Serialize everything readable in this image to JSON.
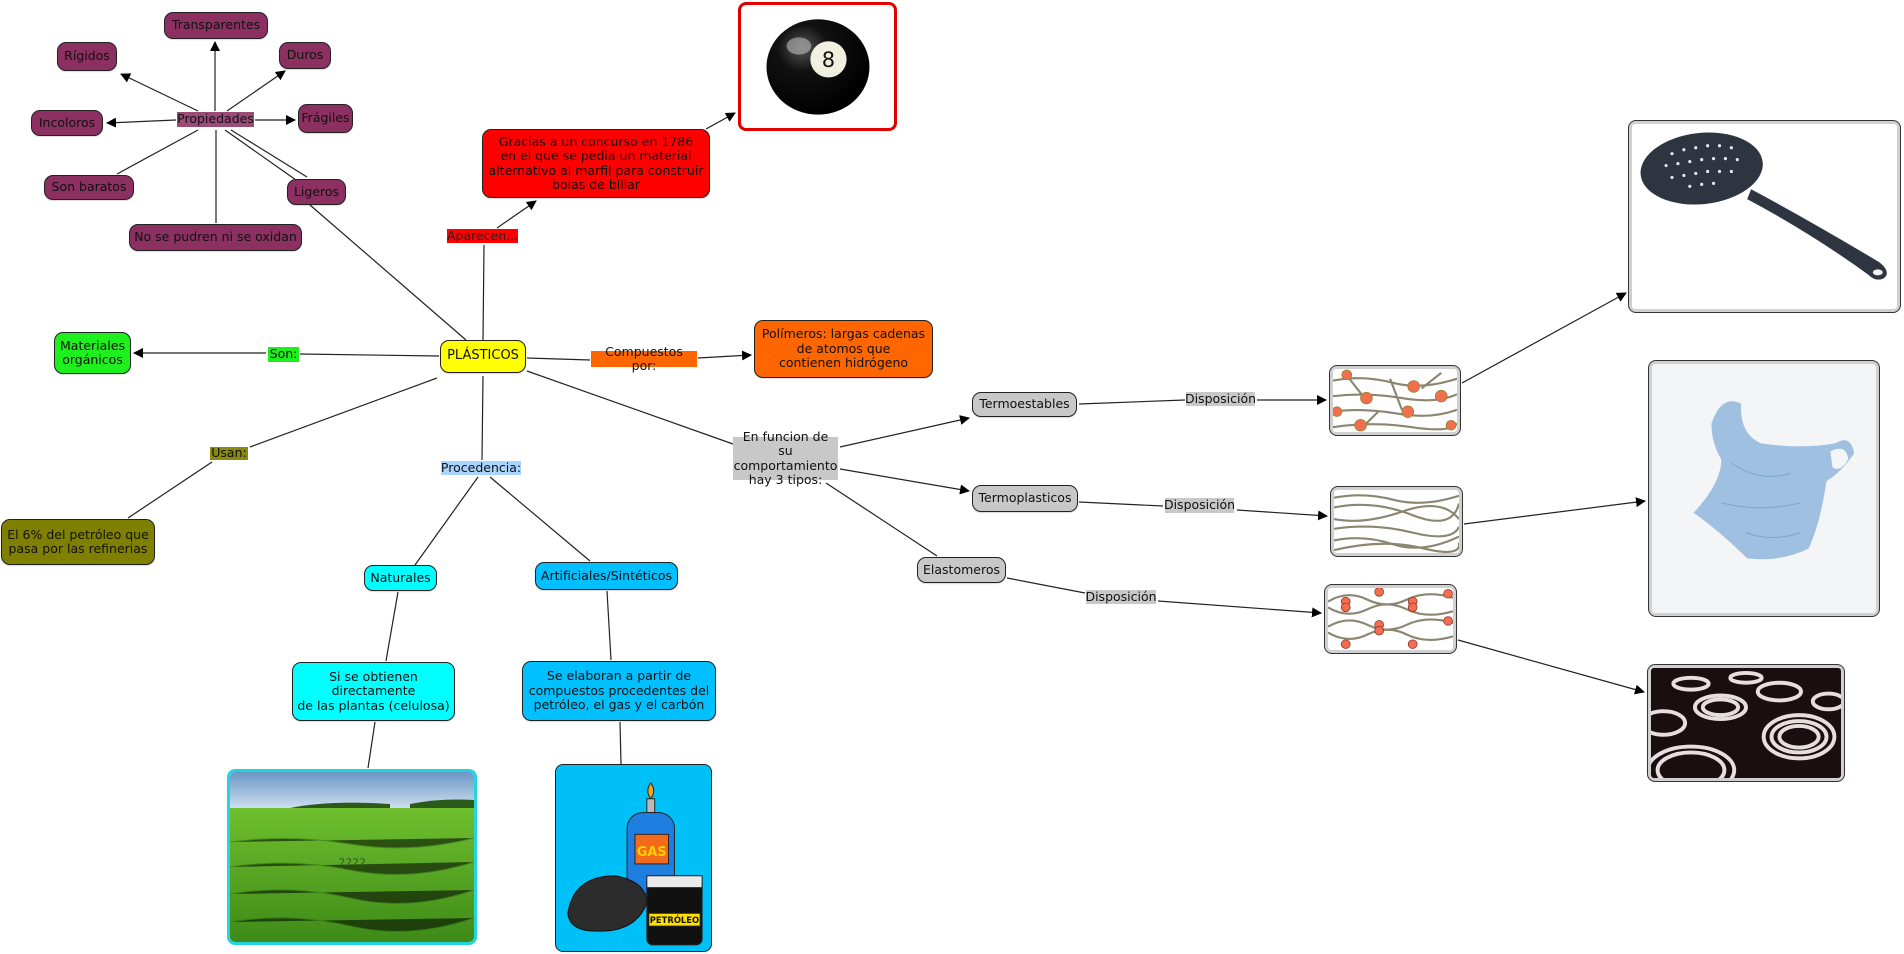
{
  "central": {
    "label": "PLÁSTICOS",
    "color": "#ffff00"
  },
  "propiedades": {
    "label": "Propiedades",
    "color": "#8b3060",
    "items": [
      "Transparentes",
      "Rígidos",
      "Duros",
      "Incoloros",
      "Frágiles",
      "Son baratos",
      "Ligeros",
      "No se pudren ni se oxidan"
    ]
  },
  "son": {
    "link": "Son:",
    "target": "Materiales\norgánicos",
    "color": "#1ef01e"
  },
  "usan": {
    "link": "Usan:",
    "target": "El 6% del petróleo que\npasa por las refinerias",
    "color": "#808000"
  },
  "aparecen": {
    "link": "Aparecen...",
    "target": "Gracias a un concurso en 1786\nen el que se pedia un material\nalternativo al marfil para construir\nbolas de billar",
    "color": "#ff0000",
    "image": "billiard-8-ball"
  },
  "compuestos": {
    "link": "Compuestos por:",
    "target": "Polímeros: largas cadenas\nde atomos que\ncontienen hidrógeno",
    "color": "#ff6600"
  },
  "procedencia": {
    "link": "Procedencia:",
    "color": "#a8d4ff",
    "naturales": {
      "label": "Naturales",
      "detail": "Si se obtienen\ndirectamente\nde las plantas (celulosa)",
      "image": "green-crop-field",
      "image_text": "????"
    },
    "artificiales": {
      "label": "Artificiales/Sintéticos",
      "detail": "Se elaboran a partir de\ncompuestos procedentes del\npetróleo, el gas y el carbón",
      "image": "gas-coal-petroleum",
      "image_labels": [
        "GAS",
        "PETRÓLEO"
      ]
    }
  },
  "tipos": {
    "link": "En funcion de su\ncomportamiento\nhay 3 tipos:",
    "relation": "Disposición",
    "items": [
      {
        "label": "Termoestables",
        "structure": "cross-linked-network",
        "example": "plastic-skimmer-spoon"
      },
      {
        "label": "Termoplasticos",
        "structure": "linear-chains",
        "example": "plastic-bag"
      },
      {
        "label": "Elastomeros",
        "structure": "lightly-cross-linked",
        "example": "rubber-rolls"
      }
    ]
  }
}
